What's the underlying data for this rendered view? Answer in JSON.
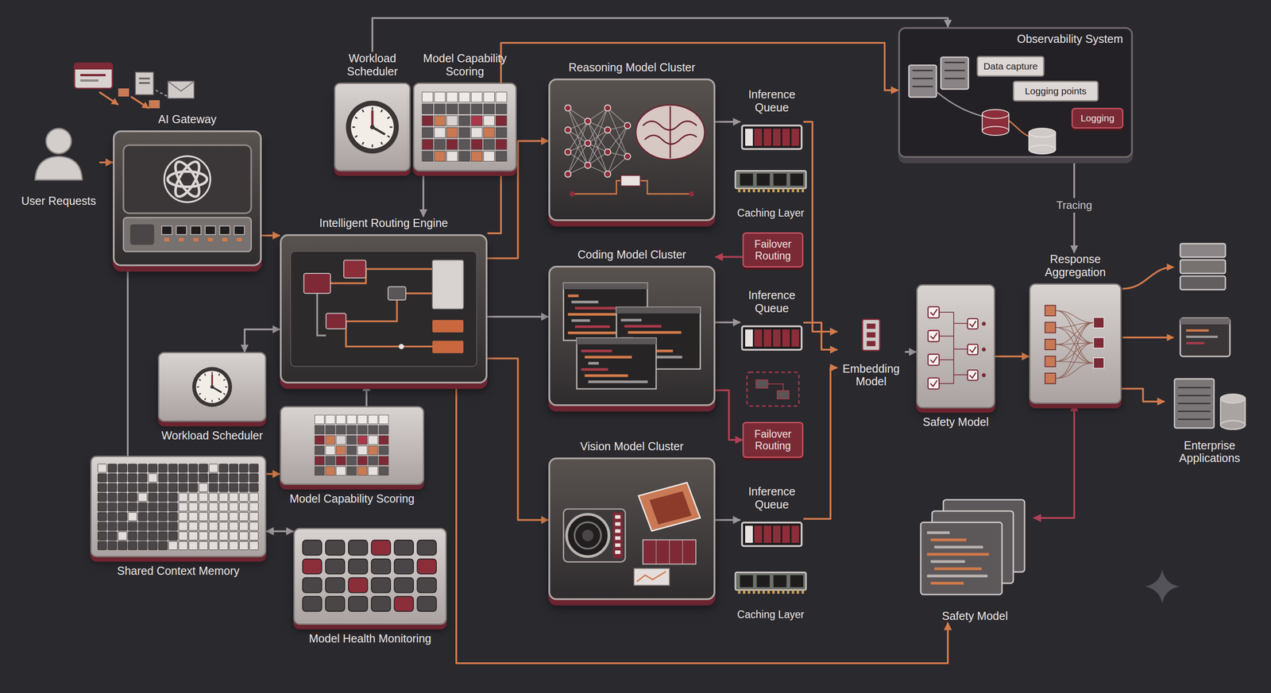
{
  "diagram": {
    "nodes": [
      {
        "text": [
          "User Requests"
        ]
      },
      {
        "text": [
          "AI Gateway"
        ]
      },
      {
        "text": [
          "Workload Scheduler"
        ]
      },
      {
        "text": [
          "Model Capability Scoring"
        ]
      },
      {
        "text": [
          "Intelligent Routing Engine"
        ]
      },
      {
        "text": [
          "Reasoning Model Cluster"
        ]
      },
      {
        "text": [
          "Inference Queue"
        ]
      },
      {
        "text": [
          "Caching Layer"
        ]
      },
      {
        "text": [
          "Failover Routing"
        ]
      },
      {
        "text": [
          "Coding Model Cluster"
        ]
      },
      {
        "text": [
          "Inference Queue"
        ]
      },
      {
        "text": [
          "Failover Routing"
        ]
      },
      {
        "text": [
          "Vision Model Cluster"
        ]
      },
      {
        "text": [
          "Inference Queue"
        ]
      },
      {
        "text": [
          "Caching Layer"
        ]
      },
      {
        "text": [
          "Embedding Model"
        ]
      },
      {
        "text": [
          "Safety Model"
        ]
      },
      {
        "text": [
          "Response Aggregation"
        ]
      },
      {
        "text": [
          "Enterprise Applications"
        ]
      },
      {
        "text": [
          "Observability System"
        ]
      },
      {
        "text": [
          "Data capture"
        ],
        "in": 19
      },
      {
        "text": [
          "Logging points"
        ],
        "in": 19
      },
      {
        "text": [
          "Logging"
        ],
        "in": 19
      },
      {
        "text": [
          "Workload Scheduler"
        ]
      },
      {
        "text": [
          "Model Capability Scoring"
        ]
      },
      {
        "text": [
          "Shared Context Memory"
        ]
      },
      {
        "text": [
          "Model Health Monitoring"
        ]
      },
      {
        "text": [
          "Safety Model"
        ]
      }
    ],
    "edges": [
      {
        "from": 0,
        "to": 1,
        "arrow": "to"
      },
      {
        "from": 1,
        "to": 4,
        "arrow": "to"
      },
      {
        "from": 3,
        "to": 4,
        "arrow": "to"
      },
      {
        "from": 4,
        "to": 5,
        "arrow": "to"
      },
      {
        "from": 4,
        "to": 9,
        "arrow": "to"
      },
      {
        "from": 4,
        "to": 12,
        "arrow": "to"
      },
      {
        "from": 5,
        "to": 6,
        "arrow": "to"
      },
      {
        "from": 9,
        "to": 10,
        "arrow": "to"
      },
      {
        "from": 12,
        "to": 13,
        "arrow": "to"
      },
      {
        "from": 6,
        "to": 15,
        "arrow": "to"
      },
      {
        "from": 10,
        "to": 15,
        "arrow": "to"
      },
      {
        "from": 13,
        "to": 15,
        "arrow": "to"
      },
      {
        "from": 8,
        "to": 9,
        "arrow": "to"
      },
      {
        "from": 9,
        "to": 11,
        "arrow": "to"
      },
      {
        "from": 15,
        "to": 16,
        "arrow": "to"
      },
      {
        "from": 16,
        "to": 17,
        "arrow": "to"
      },
      {
        "from": 17,
        "to": 18,
        "arrow": "to"
      },
      {
        "from": 23,
        "to": 4,
        "arrow": "both"
      },
      {
        "from": 24,
        "to": 4,
        "arrow": "to"
      },
      {
        "from": 25,
        "to": 24,
        "arrow": "to"
      },
      {
        "from": 25,
        "to": 26,
        "arrow": "both"
      },
      {
        "from": 1,
        "to": 25,
        "arrow": "none"
      },
      {
        "from": 4,
        "to": 27,
        "arrow": "to"
      },
      {
        "from": 27,
        "to": 17,
        "arrow": "both"
      },
      {
        "from": 4,
        "to": 19,
        "arrow": "to"
      },
      {
        "from": 2,
        "to": 19,
        "arrow": "to"
      },
      {
        "from": 19,
        "to": 17,
        "arrow": "to",
        "label": "Tracing"
      }
    ]
  }
}
